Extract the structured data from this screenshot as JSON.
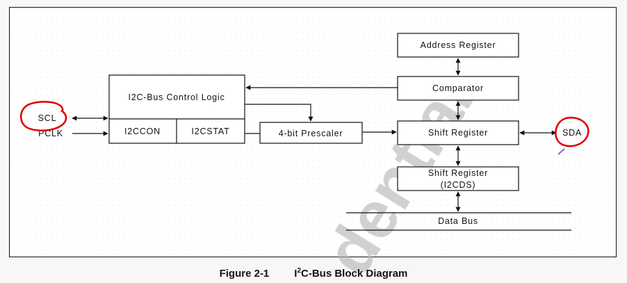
{
  "blocks": {
    "address_register": "Address Register",
    "comparator": "Comparator",
    "control_logic": "I2C-Bus Control Logic",
    "i2ccon": "I2CCON",
    "i2cstat": "I2CSTAT",
    "prescaler": "4-bit Prescaler",
    "shift_register": "Shift Register",
    "shift_register_i2cds_line1": "Shift Register",
    "shift_register_i2cds_line2": "(I2CDS)",
    "data_bus": "Data Bus"
  },
  "signals": {
    "scl": "SCL",
    "pclk": "PCLK",
    "sda": "SDA"
  },
  "watermark": "dential",
  "caption": {
    "number": "Figure 2-1",
    "title_prefix": "I",
    "title_sup": "2",
    "title_rest": "C-Bus Block Diagram"
  },
  "colors": {
    "annotation_circle": "#e00000",
    "watermark": "#b5b5b5",
    "line": "#111111"
  }
}
